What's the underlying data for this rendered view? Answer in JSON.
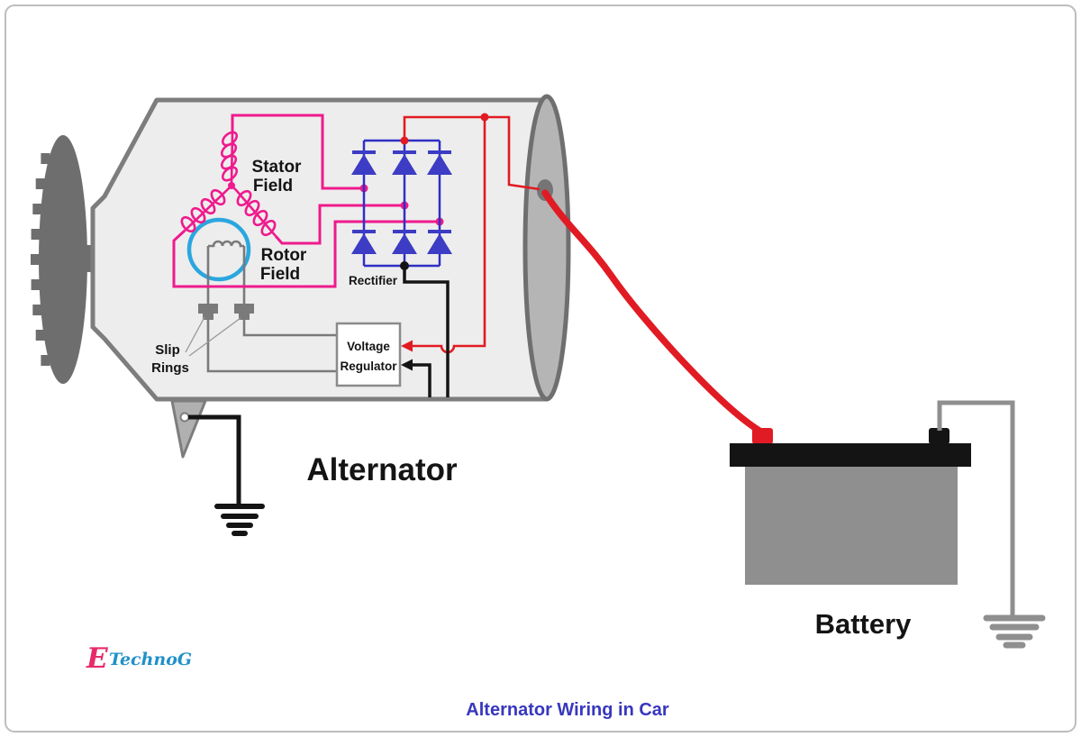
{
  "caption": "Alternator Wiring in Car",
  "brand": {
    "initial": "E",
    "rest": "TechnoG"
  },
  "labels": {
    "alternator": "Alternator",
    "battery": "Battery",
    "stator_line1": "Stator",
    "stator_line2": "Field",
    "rotor_line1": "Rotor",
    "rotor_line2": "Field",
    "rectifier": "Rectifier",
    "regulator_line1": "Voltage",
    "regulator_line2": "Regulator",
    "slip_line1": "Slip",
    "slip_line2": "Rings"
  },
  "colors": {
    "wire-pink": "#EF1A8D",
    "wire-blue": "#2F2FC4",
    "diode-fill": "#3C3CC4",
    "wire-red": "#E11B23",
    "wire-gray": "#7A7A7A",
    "ink": "#141414",
    "body-fill": "#EDEDED",
    "body-stroke": "#7D7D7D",
    "cap-fill": "#B5B5B5",
    "cap-stroke": "#6F6F6F",
    "terminal-gray": "#757575",
    "pulley-gray": "#6E6E6E",
    "bracket-fill": "#B0B0B0",
    "battery-gray": "#8F8F8F",
    "rotor-ring-blue": "#2BA6DF",
    "caption-blue": "#3737BE",
    "logo-pink": "#E62A6B",
    "logo-blue": "#2090C8",
    "border-gray": "#BDBDBD",
    "regulator-border": "#8A8A8A",
    "pointer-gray": "#999999"
  }
}
